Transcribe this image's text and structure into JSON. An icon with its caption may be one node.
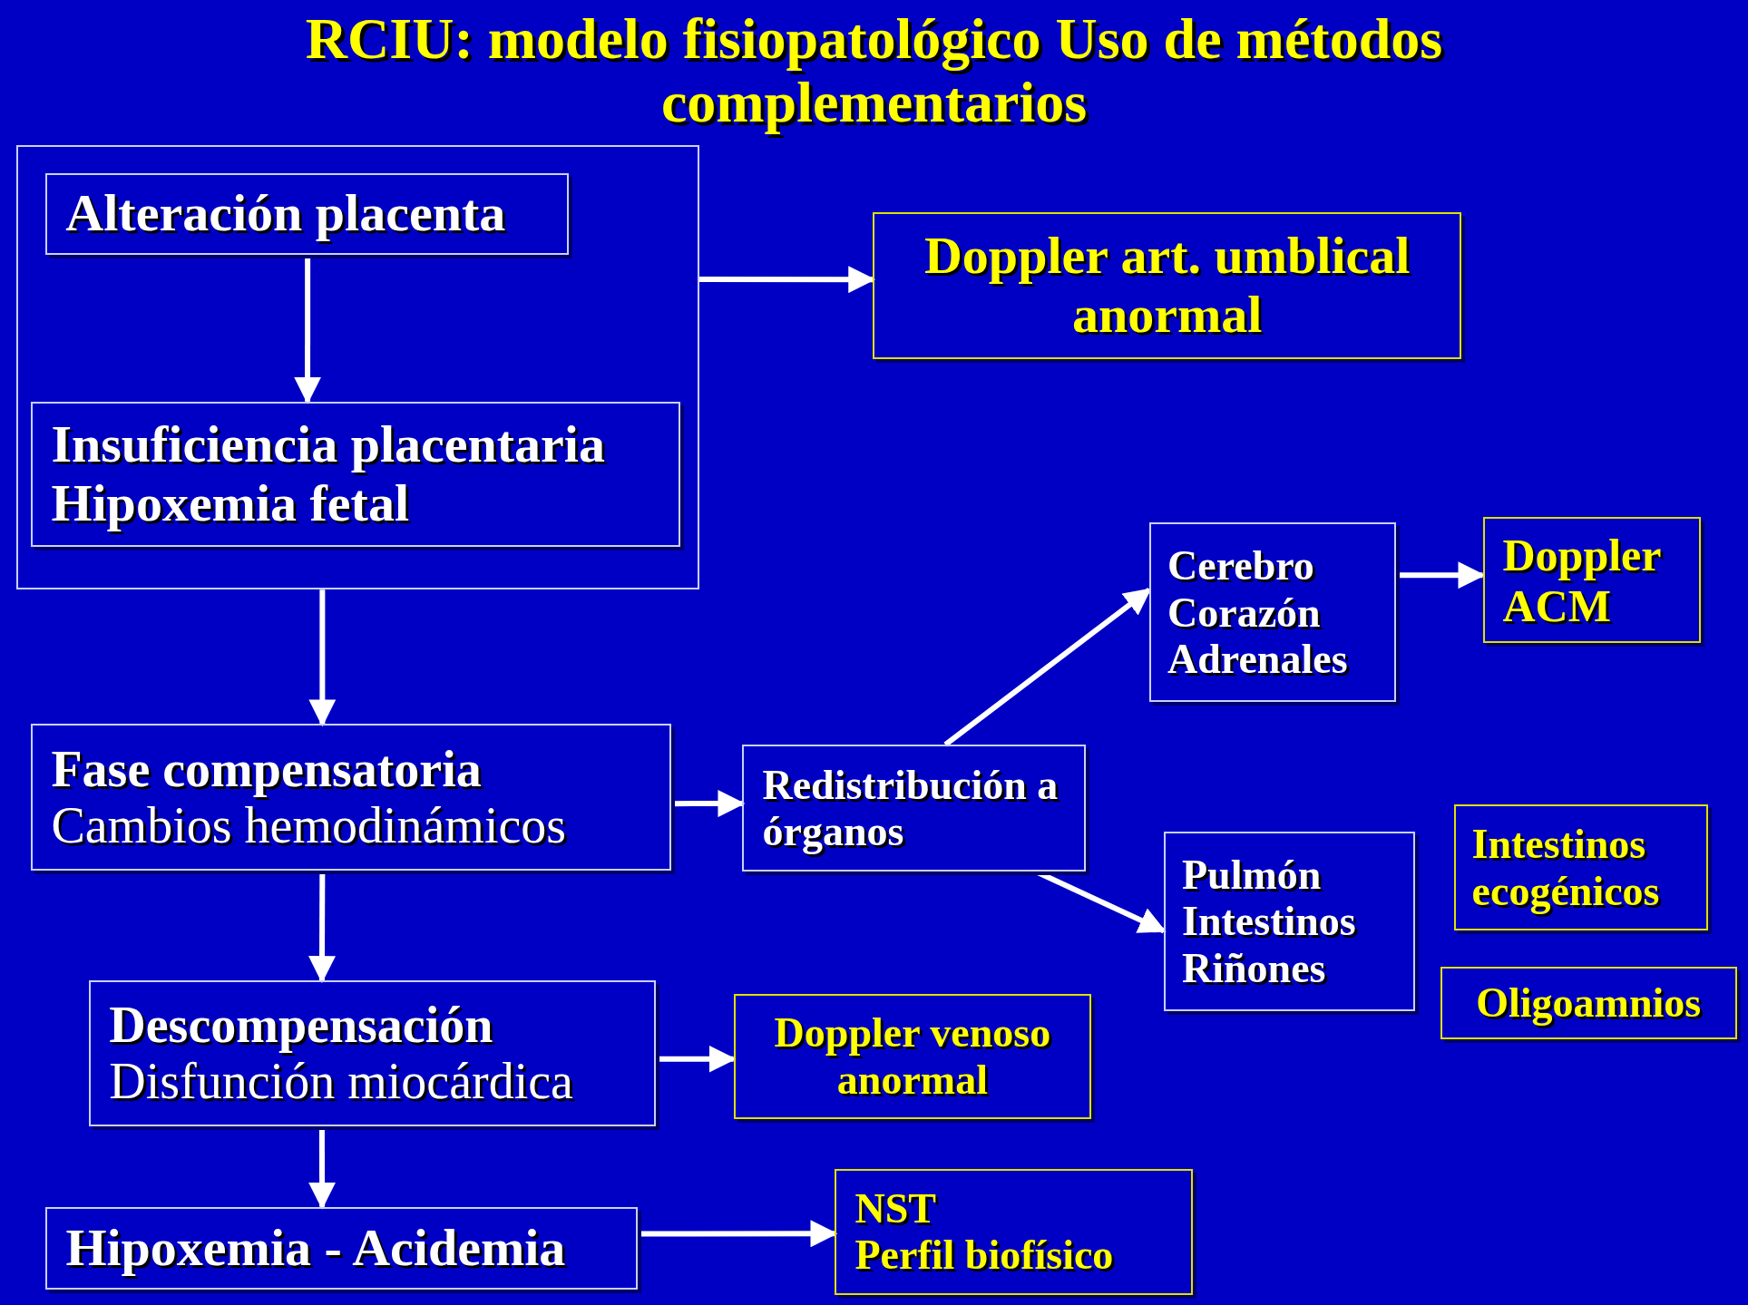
{
  "diagram": {
    "title": "RCIU: modelo fisiopatológico Uso de métodos complementarios",
    "nodes": [
      {
        "text": [],
        "shape": "box"
      },
      {
        "text": [
          "Alteración placenta"
        ],
        "in": 0
      },
      {
        "text": [
          "Insuficiencia placentaria",
          "Hipoxemia fetal"
        ],
        "in": 0
      },
      {
        "text": [
          "Doppler art. umblical anormal"
        ]
      },
      {
        "text": [
          "Fase compensatoria",
          "Cambios hemodinámicos"
        ]
      },
      {
        "text": [
          "Redistribución a órganos"
        ]
      },
      {
        "text": [
          "Cerebro",
          "Corazón",
          "Adrenales"
        ]
      },
      {
        "text": [
          "Doppler ACM"
        ]
      },
      {
        "text": [
          "Pulmón",
          "Intestinos",
          "Riñones"
        ]
      },
      {
        "text": [
          "Intestinos ecogénicos"
        ]
      },
      {
        "text": [
          "Oligoamnios"
        ]
      },
      {
        "text": [
          "Descompensación",
          "Disfunción miocárdica"
        ]
      },
      {
        "text": [
          "Doppler venoso anormal"
        ]
      },
      {
        "text": [
          "Hipoxemia - Acidemia"
        ]
      },
      {
        "text": [
          "NST",
          "Perfil biofísico"
        ]
      }
    ],
    "edges": [
      {
        "from": 1,
        "to": 2,
        "arrow": "to"
      },
      {
        "from": 0,
        "to": 3,
        "arrow": "to"
      },
      {
        "from": 0,
        "to": 4,
        "arrow": "to"
      },
      {
        "from": 4,
        "to": 5,
        "arrow": "to"
      },
      {
        "from": 5,
        "to": 6,
        "arrow": "to"
      },
      {
        "from": 5,
        "to": 8,
        "arrow": "to"
      },
      {
        "from": 6,
        "to": 7,
        "arrow": "to"
      },
      {
        "from": 4,
        "to": 11,
        "arrow": "to"
      },
      {
        "from": 11,
        "to": 12,
        "arrow": "to"
      },
      {
        "from": 11,
        "to": 13,
        "arrow": "to"
      },
      {
        "from": 13,
        "to": 14,
        "arrow": "to"
      }
    ]
  }
}
